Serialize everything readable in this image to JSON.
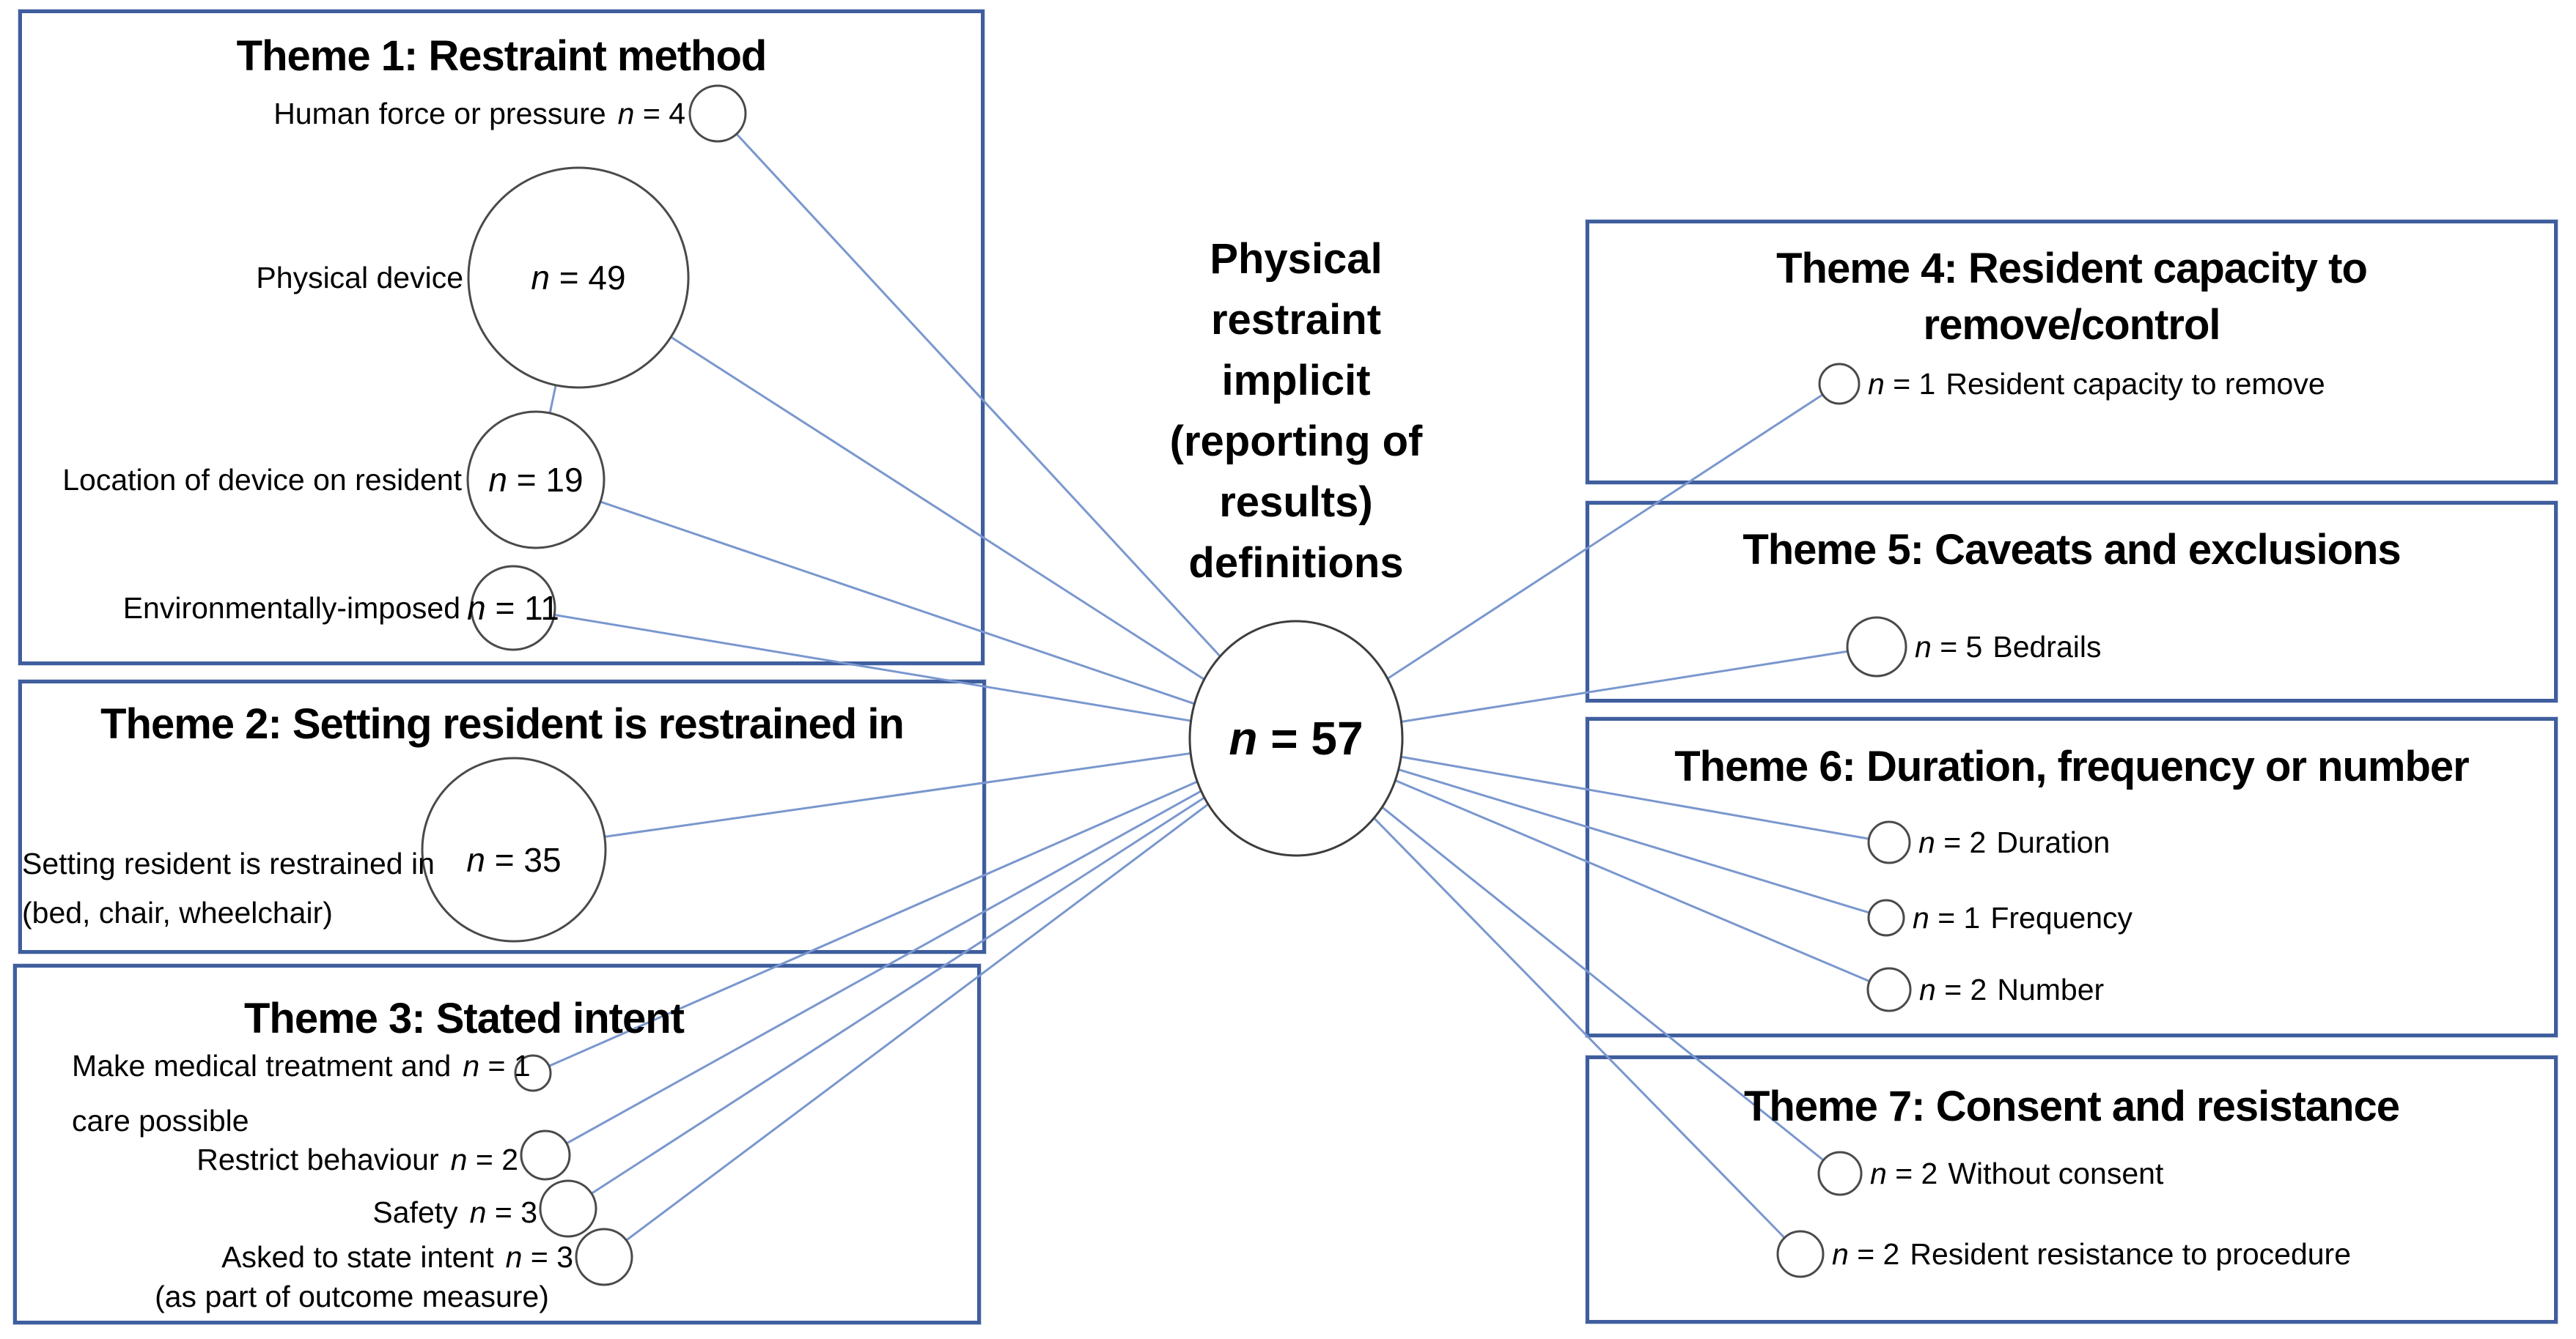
{
  "diagram": {
    "center": {
      "heading": [
        "Physical",
        "restraint",
        "implicit",
        "(reporting of",
        "results)",
        "definitions"
      ],
      "n": "n = 57"
    },
    "theme1": {
      "title": "Theme 1: Restraint method",
      "human_force": {
        "label": "Human force or pressure",
        "n": "n = 4"
      },
      "physical_device": {
        "label": "Physical device",
        "n": "n = 49"
      },
      "location": {
        "label": "Location of device on resident",
        "n": "n = 19"
      },
      "environment": {
        "label": "Environmentally-imposed",
        "n": "n = 11"
      }
    },
    "theme2": {
      "title": "Theme 2: Setting resident is restrained in",
      "setting": {
        "label": "Setting resident is restrained in",
        "label2": "(bed, chair, wheelchair)",
        "n": "n = 35"
      }
    },
    "theme3": {
      "title": "Theme 3: Stated intent",
      "medical": {
        "label": "Make medical treatment and",
        "label2": "care possible",
        "n": "n = 1"
      },
      "restrict": {
        "label": "Restrict behaviour",
        "n": "n = 2"
      },
      "safety": {
        "label": "Safety",
        "n": "n = 3"
      },
      "asked": {
        "label": "Asked to state intent",
        "note": "(as part of outcome measure)",
        "n": "n = 3"
      }
    },
    "theme4": {
      "title_line1": "Theme 4: Resident capacity to",
      "title_line2": "remove/control",
      "capacity": {
        "label": "Resident capacity to remove",
        "n": "n = 1"
      }
    },
    "theme5": {
      "title": "Theme 5: Caveats and exclusions",
      "bedrails": {
        "label": "Bedrails",
        "n": "n = 5"
      }
    },
    "theme6": {
      "title": "Theme 6: Duration, frequency or number",
      "duration": {
        "label": "Duration",
        "n": "n = 2"
      },
      "frequency": {
        "label": "Frequency",
        "n": "n = 1"
      },
      "number": {
        "label": "Number",
        "n": "n = 2"
      }
    },
    "theme7": {
      "title": "Theme 7: Consent and resistance",
      "consent": {
        "label": "Without consent",
        "n": "n = 2"
      },
      "resistance": {
        "label": "Resident resistance to procedure",
        "n": "n = 2"
      }
    },
    "colors": {
      "box_border": "#3F5E9E",
      "connector": "#7A97CE",
      "circle_stroke": "#4A4A4A"
    }
  }
}
